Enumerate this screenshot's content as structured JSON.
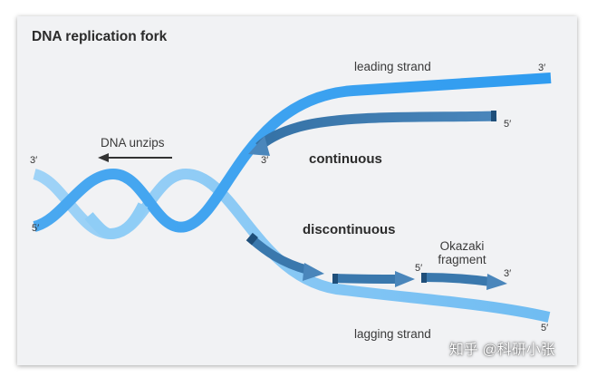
{
  "title": "DNA replication fork",
  "labels": {
    "leading_strand": "leading strand",
    "lagging_strand": "lagging strand",
    "dna_unzips": "DNA unzips",
    "continuous": "continuous",
    "discontinuous": "discontinuous",
    "okazaki_line1": "Okazaki",
    "okazaki_line2": "fragment"
  },
  "ends": {
    "leading_template_3": "3′",
    "leading_new_5": "5′",
    "leading_new_3": "3′",
    "helix_left_3": "3′",
    "helix_left_5": "5′",
    "fragment_5": "5′",
    "fragment_3": "3′",
    "lagging_template_5": "5′"
  },
  "watermark": "知乎 @科研小张",
  "colors": {
    "template_strand": "#2f9cf0",
    "template_strand_light": "#8ccaf5",
    "new_strand": "#3a78ad",
    "arrow_dark": "#333333",
    "card_bg": "#f1f2f4"
  }
}
